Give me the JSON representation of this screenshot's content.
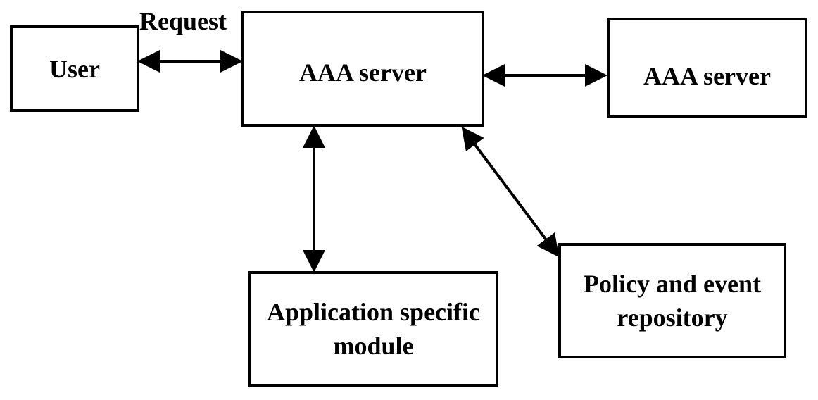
{
  "diagram": {
    "nodes": {
      "user": "User",
      "aaa_server_main": "AAA server",
      "aaa_server_remote": "AAA server",
      "app_module": "Application specific\nmodule",
      "policy_repo": "Policy and event\nrepository"
    },
    "edges": [
      {
        "from": "user",
        "to": "aaa_server_main",
        "label": "Request",
        "direction": "bidirectional"
      },
      {
        "from": "aaa_server_main",
        "to": "aaa_server_remote",
        "direction": "bidirectional"
      },
      {
        "from": "aaa_server_main",
        "to": "app_module",
        "direction": "bidirectional"
      },
      {
        "from": "aaa_server_main",
        "to": "policy_repo",
        "direction": "bidirectional"
      }
    ],
    "colors": {
      "stroke": "#000000",
      "fill": "#ffffff"
    }
  }
}
